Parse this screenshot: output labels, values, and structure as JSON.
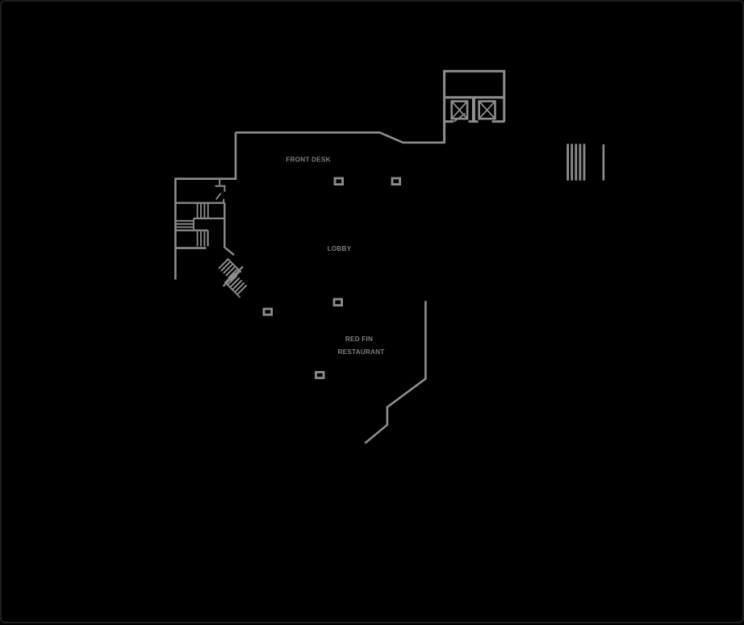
{
  "window": {
    "background": "#000000",
    "border_color": "#1d1d1d"
  },
  "colors": {
    "line": "#8d8d8d",
    "text": "#7d7d7d"
  },
  "plan": {
    "labels": {
      "front_desk": "FRONT DESK",
      "lobby": "LOBBY",
      "restaurant_line1": "RED FIN",
      "restaurant_line2": "RESTAURANT"
    },
    "symbols": {
      "elevators": "elevator-bank-2-cars",
      "stairwell": "switchback-stair",
      "escalator": "diagonal-escalator",
      "columns": "5 square column markers",
      "right_stair": "stair-hatch-5-lines"
    }
  }
}
